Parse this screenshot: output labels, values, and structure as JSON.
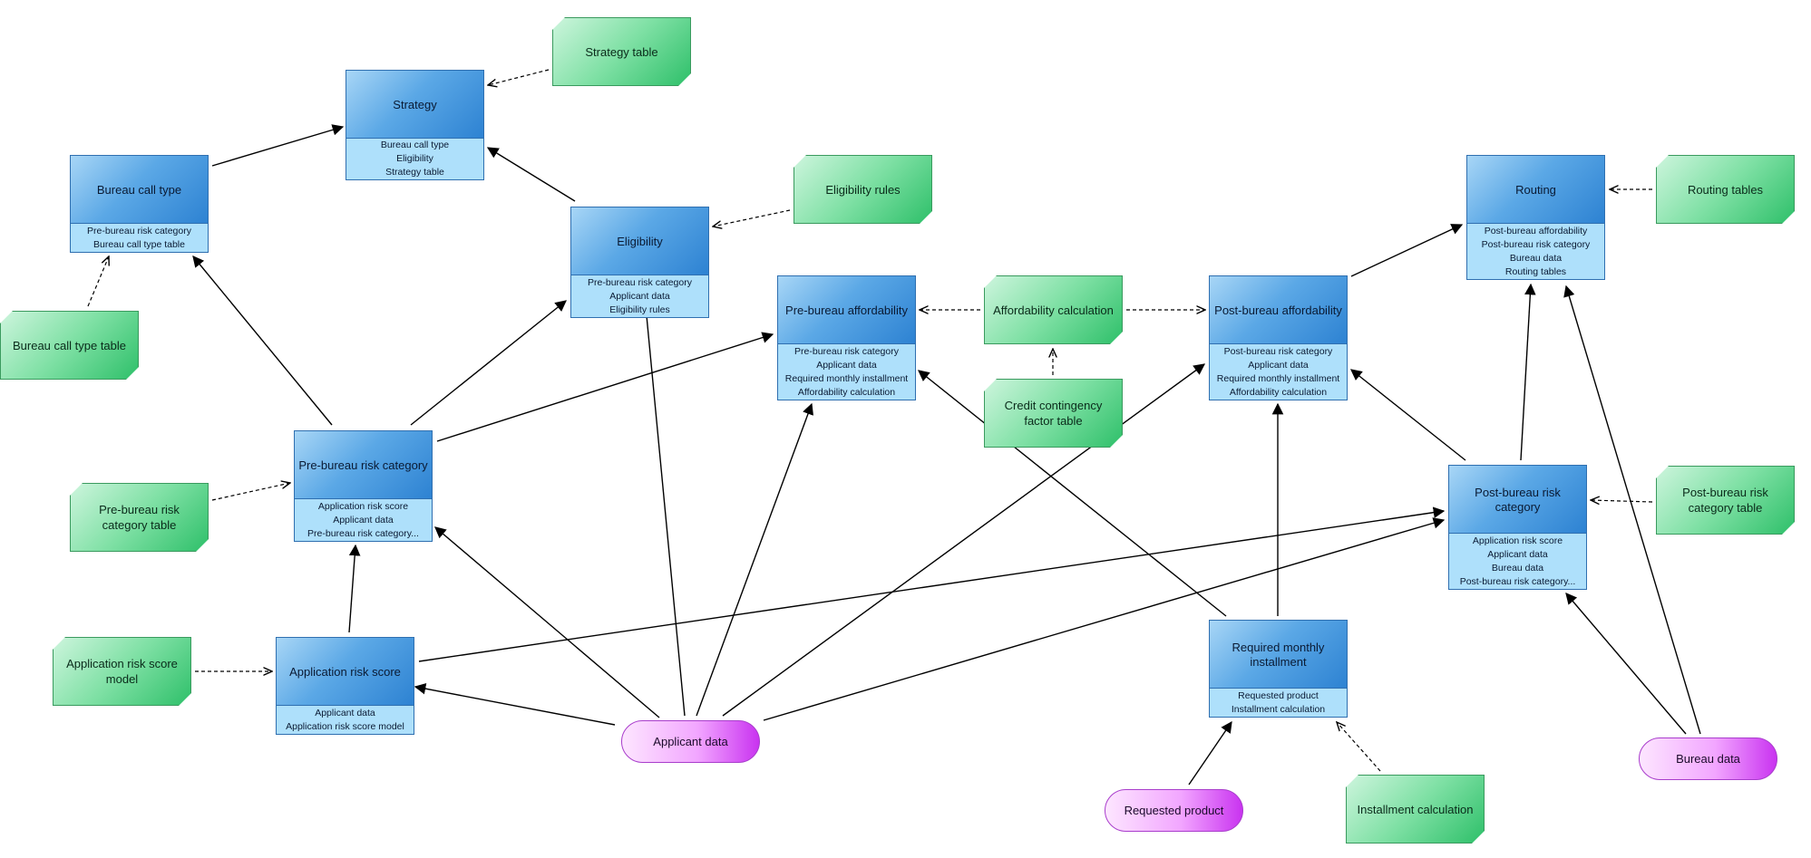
{
  "decisions": [
    {
      "id": "strategy",
      "label": "Strategy",
      "rows": [
        "Bureau call type",
        "Eligibility",
        "Strategy table"
      ]
    },
    {
      "id": "bureau-call-type",
      "label": "Bureau call type",
      "rows": [
        "Pre-bureau risk category",
        "Bureau call type table"
      ]
    },
    {
      "id": "eligibility",
      "label": "Eligibility",
      "rows": [
        "Pre-bureau risk category",
        "Applicant data",
        "Eligibility rules"
      ]
    },
    {
      "id": "pre-bureau-affordability",
      "label": "Pre-bureau affordability",
      "rows": [
        "Pre-bureau risk category",
        "Applicant data",
        "Required monthly installment",
        "Affordability calculation"
      ]
    },
    {
      "id": "post-bureau-affordability",
      "label": "Post-bureau affordability",
      "rows": [
        "Post-bureau risk category",
        "Applicant data",
        "Required monthly installment",
        "Affordability calculation"
      ]
    },
    {
      "id": "routing",
      "label": "Routing",
      "rows": [
        "Post-bureau affordability",
        "Post-bureau risk category",
        "Bureau data",
        "Routing tables"
      ]
    },
    {
      "id": "pre-bureau-risk-category",
      "label": "Pre-bureau risk category",
      "rows": [
        "Application risk score",
        "Applicant data",
        "Pre-bureau risk category..."
      ]
    },
    {
      "id": "post-bureau-risk-category",
      "label": "Post-bureau risk category",
      "rows": [
        "Application risk score",
        "Applicant data",
        "Bureau data",
        "Post-bureau risk category..."
      ]
    },
    {
      "id": "application-risk-score",
      "label": "Application risk score",
      "rows": [
        "Applicant data",
        "Application risk score model"
      ]
    },
    {
      "id": "required-monthly-installment",
      "label": "Required monthly installment",
      "rows": [
        "Requested product",
        "Installment calculation"
      ]
    }
  ],
  "knowledge_sources": [
    {
      "id": "strategy-table",
      "label": "Strategy table"
    },
    {
      "id": "eligibility-rules",
      "label": "Eligibility rules"
    },
    {
      "id": "routing-tables",
      "label": "Routing tables"
    },
    {
      "id": "bureau-call-type-table",
      "label": "Bureau call type table"
    },
    {
      "id": "affordability-calculation",
      "label": "Affordability calculation"
    },
    {
      "id": "credit-contingency-factor-table",
      "label": "Credit contingency factor table"
    },
    {
      "id": "pre-bureau-risk-category-table",
      "label": "Pre-bureau risk category table"
    },
    {
      "id": "post-bureau-risk-category-table",
      "label": "Post-bureau risk category table"
    },
    {
      "id": "application-risk-score-model",
      "label": "Application risk score model"
    },
    {
      "id": "installment-calculation",
      "label": "Installment calculation"
    }
  ],
  "inputs": [
    {
      "id": "applicant-data",
      "label": "Applicant data"
    },
    {
      "id": "requested-product",
      "label": "Requested product"
    },
    {
      "id": "bureau-data",
      "label": "Bureau data"
    }
  ],
  "colors": {
    "decision": "#4a9be0",
    "knowledge_source": "#5cd18a",
    "input_data": "#e27bf5",
    "line": "#000000"
  }
}
